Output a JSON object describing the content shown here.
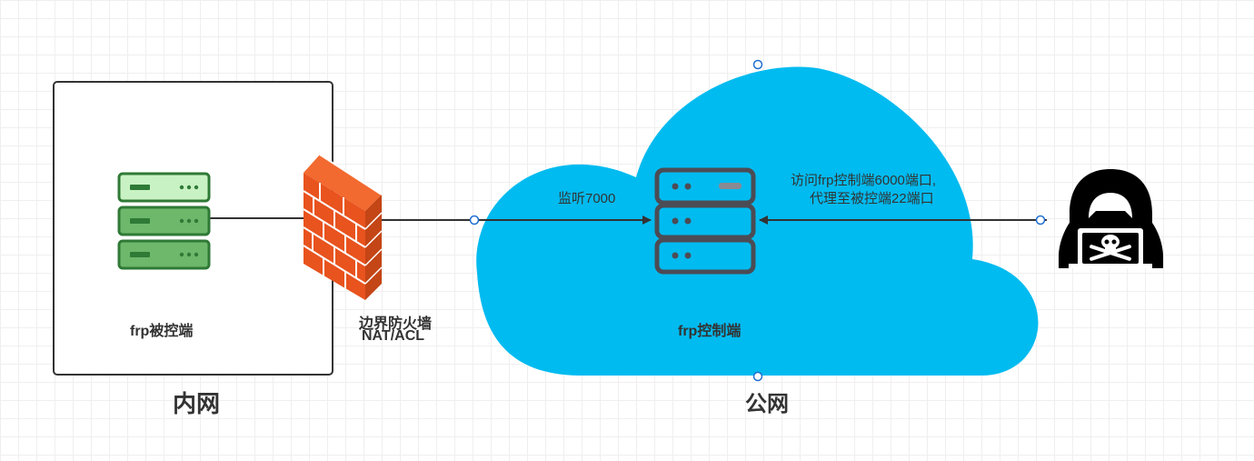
{
  "zones": {
    "intranet_label": "内网",
    "internet_label": "公网"
  },
  "nodes": {
    "frp_client_label": "frp被控端",
    "frp_server_label": "frp控制端",
    "firewall_label_line1": "边界防火墙",
    "firewall_label_line2": "NAT/ACL"
  },
  "edges": {
    "listen_label": "监听7000",
    "access_label_line1": "访问frp控制端6000端口,",
    "access_label_line2": "代理至被控端22端口"
  },
  "colors": {
    "cloud": "#00bbf0",
    "client_server_light": "#c9f2c4",
    "client_server_mid": "#6db86b",
    "client_server_stroke": "#2f7a36",
    "server_stroke": "#4c4c55",
    "firewall": "#e8531e",
    "connector": "#333333",
    "handle": "#1f6fd0"
  },
  "icons": {
    "client": "server-rack-icon",
    "firewall": "brick-wall-icon",
    "server": "server-rack-icon",
    "attacker": "hacker-skull-icon"
  }
}
